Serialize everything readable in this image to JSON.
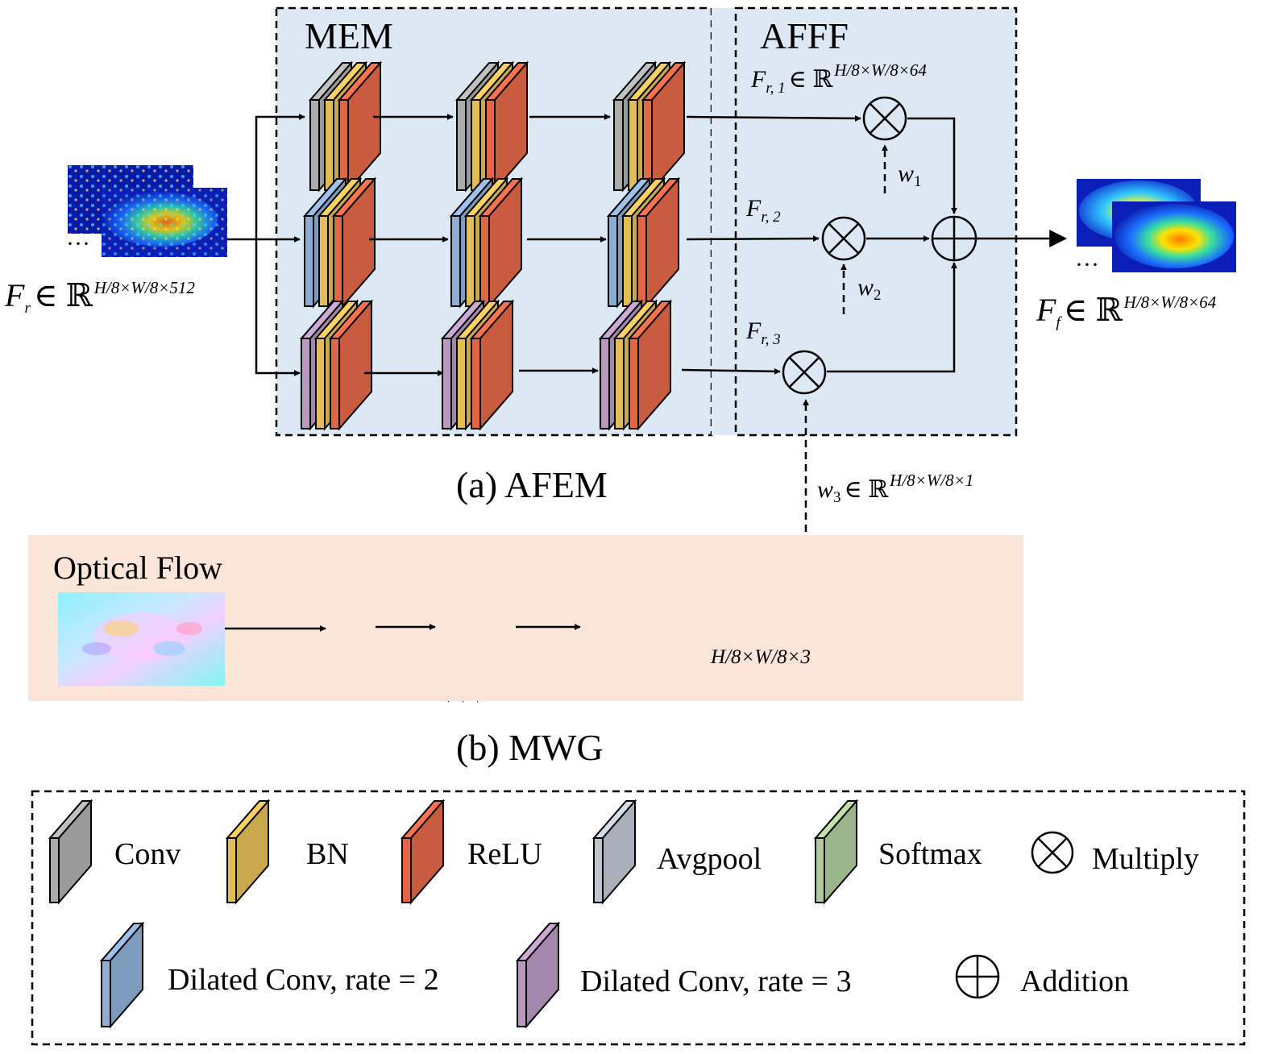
{
  "afem": {
    "mem_label": "MEM",
    "afff_label": "AFFF",
    "caption": "(a) AFEM",
    "input_F": "F",
    "input_sub": "r",
    "input_in": "∈ ℝ",
    "input_dims": "H/8×W/8×512",
    "output_F": "F",
    "output_sub": "f",
    "output_in": "∈ ℝ",
    "output_dims": "H/8×W/8×64",
    "fr1_F": "F",
    "fr1_sub": "r, 1",
    "fr1_in": "∈ ℝ",
    "fr1_dims": "H/8×W/8×64",
    "fr2_F": "F",
    "fr2_sub": "r, 2",
    "fr3_F": "F",
    "fr3_sub": "r, 3",
    "w1": "w",
    "w1_sub": "1",
    "w2": "w",
    "w2_sub": "2",
    "w3": "w",
    "w3_sub": "3",
    "w3_in": "∈ ℝ",
    "w3_dims": "H/8×W/8×1",
    "ellipsis": "···"
  },
  "mwg": {
    "title": "Optical Flow",
    "caption": "(b) MWG",
    "dims": "H/8×W/8×3"
  },
  "legend": {
    "conv": "Conv",
    "bn": "BN",
    "relu": "ReLU",
    "avgpool": "Avgpool",
    "softmax": "Softmax",
    "multiply": "Multiply",
    "dilated2": "Dilated Conv, rate = 2",
    "dilated3": "Dilated Conv, rate = 3",
    "addition": "Addition"
  },
  "colors": {
    "conv": "#9a9a9a",
    "bn": "#c9a84e",
    "relu": "#c95b3e",
    "relu_thin": "#e8614a",
    "avgpool": "#a9b0b9",
    "softmax": "#9bb58a",
    "dilated2": "#7d9bbd",
    "dilated3": "#a487ac",
    "afem_bg": "#dce8f4",
    "mwg_bg": "#fbe5d9"
  }
}
